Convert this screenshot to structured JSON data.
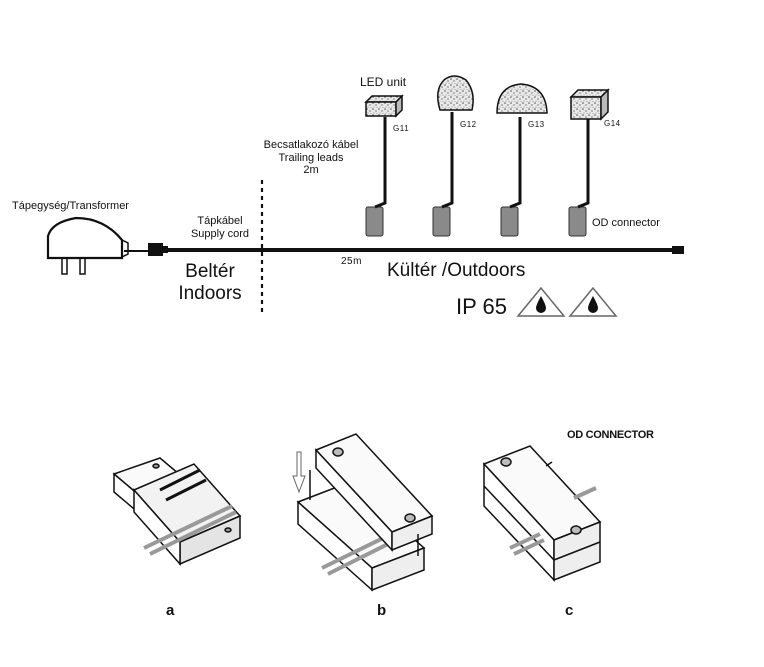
{
  "labels": {
    "transformer": "Tápegység/Transformer",
    "supply_cord_hu": "Tápkábel",
    "supply_cord_en": "Supply cord",
    "trailing_hu": "Becsatlakozó kábel",
    "trailing_en": "Trailing leads",
    "trailing_len": "2m",
    "main_len": "25m",
    "indoor_hu": "Beltér",
    "indoor_en": "Indoors",
    "outdoor": "Kültér /Outdoors",
    "ip_rating": "IP 65",
    "led_unit": "LED  unit",
    "od_connector": "OD  connector",
    "od_connector_title": "OD CONNECTOR"
  },
  "units": [
    {
      "code": "G11",
      "shape": "cube"
    },
    {
      "code": "G12",
      "shape": "stone"
    },
    {
      "code": "G13",
      "shape": "dome"
    },
    {
      "code": "G14",
      "shape": "box"
    }
  ],
  "steps": [
    "a",
    "b",
    "c"
  ],
  "colors": {
    "line": "#111111",
    "connector": "#808080",
    "granite": "#d6d6d6"
  },
  "icons": [
    "transformer-plug-icon",
    "water-drop-warning-icon"
  ]
}
